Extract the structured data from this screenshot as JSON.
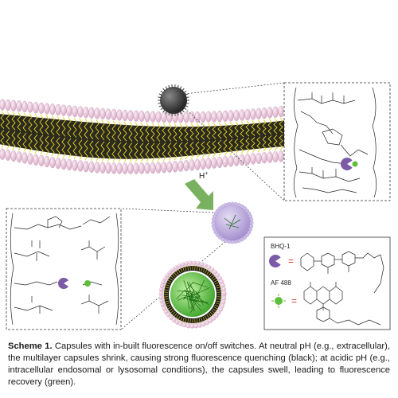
{
  "figure": {
    "proton_label": "H",
    "proton_sup": "+",
    "quencher_label": "BHQ-1",
    "fluorophore_label": "AF 488",
    "equals": "=",
    "colors": {
      "lipid_head": "#e8c9dc",
      "lipid_tail": "#e6d01e",
      "quencher": "#7b5aa6",
      "fluorophore": "#5fbf3a",
      "arrow": "#6aa84f",
      "swollen_capsule": "#b9a7d9"
    }
  },
  "caption": {
    "label": "Scheme 1.",
    "text": " Capsules with in-built fluorescence on/off switches. At neutral pH (e.g., extracellular), the multilayer capsules shrink, causing strong fluorescence quenching (black); at acidic pH (e.g., intracellular endosomal or lysosomal conditions), the capsules swell, leading to fluorescence recovery (green)."
  }
}
